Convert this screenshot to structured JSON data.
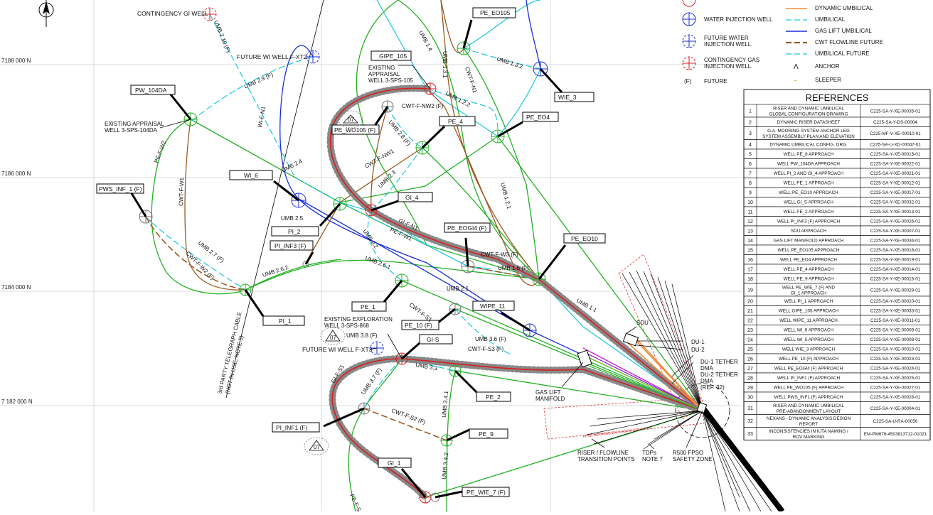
{
  "grid_labels": [
    "7188 000  N",
    "7186 000  N",
    "7184 000  N",
    "7 182 000 N"
  ],
  "wells": {
    "contingency_gi": "CONTINGENCY GI WELL",
    "future_wi_fxt2": "FUTURE WI WELL F-XT2",
    "pe_eo105": "PE_EO105",
    "gipe_105": "GIPE_105",
    "existing_3sps105": "EXISTING\nAPPRAISAL\nWELL 3-SPS-105",
    "wie_3": "WIE_3",
    "pw_104da": "PW_104DA",
    "existing_3sps104da": "EXISTING APPRAISAL\nWELL 3-SPS-104DA",
    "pe_wo105": "PE_WO105 (F)",
    "pe_4": "PE_4",
    "pe_eo4": "PE_EO4",
    "wi_6": "WI_6",
    "pws_inf_1": "PWS_INF_1 (F)",
    "gi_4": "GI_4",
    "pi_2": "PI_2",
    "pi_inf3": "PI_INF3 (F)",
    "pe_eogi4": "PE_EOGI4 (F)",
    "pe_eo10": "PE_EO10",
    "pe_1": "PE_1",
    "pi_1": "PI_1",
    "wipe_11": "WIPE_11",
    "pe_10": "PE_10 (F)",
    "existing_3sps868": "EXISTING EXPLORATION\nWELL 3-SPS-868",
    "gi_s": "GI-S",
    "future_wi_fxt3": "FUTURE WI WELL F-XT3",
    "pe_2": "PE_2",
    "pi_inf1": "PI_INF1 (F)",
    "pe_9": "PE_9",
    "gi_1": "GI_1",
    "pe_wie_7": "PE_WIE_7 (F)"
  },
  "line_labels": {
    "umb_2_10": "UMB 2.10 (F)",
    "umb_2_9": "UMB 2.9 (F)",
    "umb_1_4": "UMB 1.4",
    "umb_1_3_1": "UMB 1.3.1",
    "umb_1_3_2": "UMB 1.3.2",
    "cwt_f_n1": "CWT-F-N1",
    "umb_1_2_2": "UMB 1.2.2",
    "wi_f_n1": "WI-F-N1",
    "cwt_f_nw2": "CWT-F-NW2 (F)",
    "umb_2_8": "UMB 2.8 (F)",
    "pe_f_w2": "PE-F-W2",
    "cwt_f_nw1": "CWT-F-NW1",
    "umb_2_4": "UMB 2.4",
    "umb_2_3": "UMB 2.3",
    "umb_1_2_1": "UMB 1.2.1",
    "cwt_f_w1": "CWT-F-W1",
    "umb_2_5": "UMB 2.5",
    "gi_f_n1": "GI-F-N1",
    "pe_f_w1": "PE-F-W1",
    "umb_2_2": "UMB 2.2",
    "umb_2_7": "UMB 2.7 (F)",
    "cwt_f_w2": "CWT-F-W2 (F)",
    "umb_2_6_2": "UMB 2.6.2",
    "umb_2_6_1": "UMB 2.6.1",
    "cwt_f_w3": "CWT-F-W3 (F)",
    "umb_1_6": "UMB 1.6 (F)",
    "umb_2_1": "UMB 2.1",
    "umb_1_1": "UMB 1.1",
    "telegraph": "3rd PARTY TELEGRAPH CABLE",
    "telegraph2": "(NOT IN USE, NOTE 5)",
    "cwt_f_s1": "CWT-F-S1",
    "umb_3_8": "UMB 3.8 (F)",
    "umb_3_6": "UMB 3.6 (F)",
    "cwt_f_s3": "CWT-F-S3 (F)",
    "umb_3_3": "UMB 3.3",
    "gi_f_s1": "GI-F-S1",
    "umb_3_7": "UMB 3.7 (F)",
    "umb_3_4_1": "UMB 3.4.1",
    "cwt_f_s2": "CWT-F-S2 (F)",
    "umb_3_4_2": "UMB 3.4.2",
    "pe_f_s": "PE-F-S"
  },
  "annotations": {
    "seven": "07",
    "gas_lift": "GAS LIFT\nMANIFOLD",
    "riser": "RISER / FLOWLINE\nTRANSITION POINTS",
    "tdps": "TDPs\nNOTE 7",
    "fpso": "R500 FPSO\nSAFETY ZONE",
    "sdu": "SDU",
    "du1": "DU-1",
    "du2": "DU-2",
    "du1_tether": "DU-1 TETHER\nDMA",
    "du2_tether": "DU-2 TETHER\nDMA\n(REF. 32)",
    "exclusion": "FPSO MOORING EXCLUSION ZONE TYP."
  },
  "legend_left": [
    {
      "icon": "water-injection",
      "label": "WATER INJECTION WELL"
    },
    {
      "icon": "future-water",
      "label": "FUTURE WATER\nINJECTION WELL"
    },
    {
      "icon": "contingency-gas",
      "label": "CONTINGENCY GAS\nINJECTION WELL"
    },
    {
      "icon": "future-text",
      "label": "FUTURE",
      "symbol": "(F)"
    }
  ],
  "legend_right": [
    {
      "style": "dynamic-umbilical",
      "label": "DYNAMIC UMBILICAL"
    },
    {
      "style": "umbilical",
      "label": "UMBILICAL"
    },
    {
      "style": "gas-lift",
      "label": "GAS LIFT UMBILICAL"
    },
    {
      "style": "cwt-future",
      "label": "CWT FLOWLINE FUTURE"
    },
    {
      "style": "umbilical-future",
      "label": "UMBILICAL FUTURE"
    },
    {
      "style": "anchor",
      "label": "ANCHOR",
      "symbol": "Λ"
    },
    {
      "style": "sleeper",
      "label": "SLEEPER",
      "symbol": "-"
    }
  ],
  "colors": {
    "green": "#22b022",
    "cyan": "#19c7dc",
    "blue": "#1a2ed8",
    "brown": "#9a5a23",
    "red": "#d81e1e",
    "orange": "#f28a36",
    "magenta": "#cc00cc",
    "lime": "#7bd000",
    "purple": "#7a1fd0"
  },
  "references": {
    "title": "REFERENCES",
    "rows": [
      {
        "n": "1",
        "desc": "RISER AND DYNAMIC UMBILICAL\nGLOBAL CONFIGURATION DRAWING",
        "code": "C225-SA-Y-XE-00035-01"
      },
      {
        "n": "2",
        "desc": "DYNAMIC RISER DATASHEET",
        "code": "C225-SA-Y-DS-00004"
      },
      {
        "n": "3",
        "desc": "G.A. MOORING SYSTEM ANCHOR LEG\nSYSTEM ASSEMBLY PLAN AND ELEVATION",
        "code": "C225-MF-V-XE-00010-01"
      },
      {
        "n": "4",
        "desc": "DYNAMIC UMBILICAL CONFIG. DRG.",
        "code": "C225-SA-U-XD-00047-01"
      },
      {
        "n": "5",
        "desc": "WELL PE_8 APPROACH",
        "code": "C225-SA-Y-XE-00015-01"
      },
      {
        "n": "6",
        "desc": "WELL PW_104DA APPROACH",
        "code": "C225-SA-Y-XE-00022-01"
      },
      {
        "n": "7",
        "desc": "WELL PI_2 AND GI_4 APPROACH",
        "code": "C225-SA-Y-XE-00021-01"
      },
      {
        "n": "8",
        "desc": "WELL PE_1 APPROACH",
        "code": "C225-SA-Y-XE-00012-01"
      },
      {
        "n": "9",
        "desc": "WELL PE_EO10 APPROACH",
        "code": "C225-SA-Y-XE-00017-01"
      },
      {
        "n": "10",
        "desc": "WELL GI_S APPROACH",
        "code": "C225-SA-Y-XE-00032-01"
      },
      {
        "n": "11",
        "desc": "WELL PE_2 APPROACH",
        "code": "C225-SA-Y-XE-00013-01"
      },
      {
        "n": "12",
        "desc": "WELL PI_INF3 (F) APPROACH",
        "code": "C225-SA-Y-XE-00026-01"
      },
      {
        "n": "13",
        "desc": "SDU APPROACH",
        "code": "C225-SA-Y-XE-00007-01"
      },
      {
        "n": "14",
        "desc": "GAS LIFT MANIFOLD APPROACH",
        "code": "C225-SA-Y-XE-00034-01"
      },
      {
        "n": "15",
        "desc": "WELL PE_EO105 APPROACH",
        "code": "C225-SA-Y-XE-00018-01"
      },
      {
        "n": "16",
        "desc": "WELL PE_EO4 APPROACH",
        "code": "C225-SA-Y-XE-00019-01"
      },
      {
        "n": "17",
        "desc": "WELL PE_4 APPROACH",
        "code": "C225-SA-Y-XE-00014-01"
      },
      {
        "n": "18",
        "desc": "WELL PE_9 APPROACH",
        "code": "C225-SA-Y-XE-00016-01"
      },
      {
        "n": "19",
        "desc": "WELL PE_WIE_7 (F) AND\nGI_1 APPROACH",
        "code": "C225-SA-Y-XE-00029-01"
      },
      {
        "n": "20",
        "desc": "WELL PI_1 APPROACH",
        "code": "C225-SA-Y-XE-00020-01"
      },
      {
        "n": "21",
        "desc": "WELL GIPE_105 APPROACH",
        "code": "C225-SA-Y-XE-00033-01"
      },
      {
        "n": "22",
        "desc": "WELL WIPE_11 APPROACH",
        "code": "C225-SA-Y-XE-00011-01"
      },
      {
        "n": "23",
        "desc": "WELL WI_6 APPROACH",
        "code": "C225-SA-Y-XE-00009-01"
      },
      {
        "n": "24",
        "desc": "WELL WI_5 APPROACH",
        "code": "C225-SA-Y-XE-00008-01"
      },
      {
        "n": "25",
        "desc": "WELL WIE_3 APPROACH",
        "code": "C225-SA-Y-XE-00010-01"
      },
      {
        "n": "26",
        "desc": "WELL PE_10 (F) APPROACH",
        "code": "C225-SA-Y-XE-00023-01"
      },
      {
        "n": "27",
        "desc": "WELL PE_EOGI4 (F) APPROACH",
        "code": "C225-SA-Y-XE-00024-01"
      },
      {
        "n": "28",
        "desc": "WELL PI_INF1 (F) APPROACH",
        "code": "C225-SA-Y-XE-00025-01"
      },
      {
        "n": "29",
        "desc": "WELL PE_WO105 (F) APPROACH",
        "code": "C225-SA-Y-XE-00027-01"
      },
      {
        "n": "30",
        "desc": "WELL PWS_INF1 (F) APPROACH",
        "code": "C225-SA-Y-XE-00028-01"
      },
      {
        "n": "31",
        "desc": "RISER AND DYNAMIC UMBILICAL\nPRE-ABANDONMENT LAYOUT",
        "code": "C225-SA-Y-XE-00004-01"
      },
      {
        "n": "32",
        "desc": "NEXANS - DYNAMIC ANALYSIS DESIGN\nREPORT",
        "code": "C225-SA-U-RA-00056"
      },
      {
        "n": "33",
        "desc": "INCONSISTENCIES IN IUTA NAMING /\nROV MARKING",
        "code": "EM-PM676-4503813712-01021"
      }
    ]
  }
}
